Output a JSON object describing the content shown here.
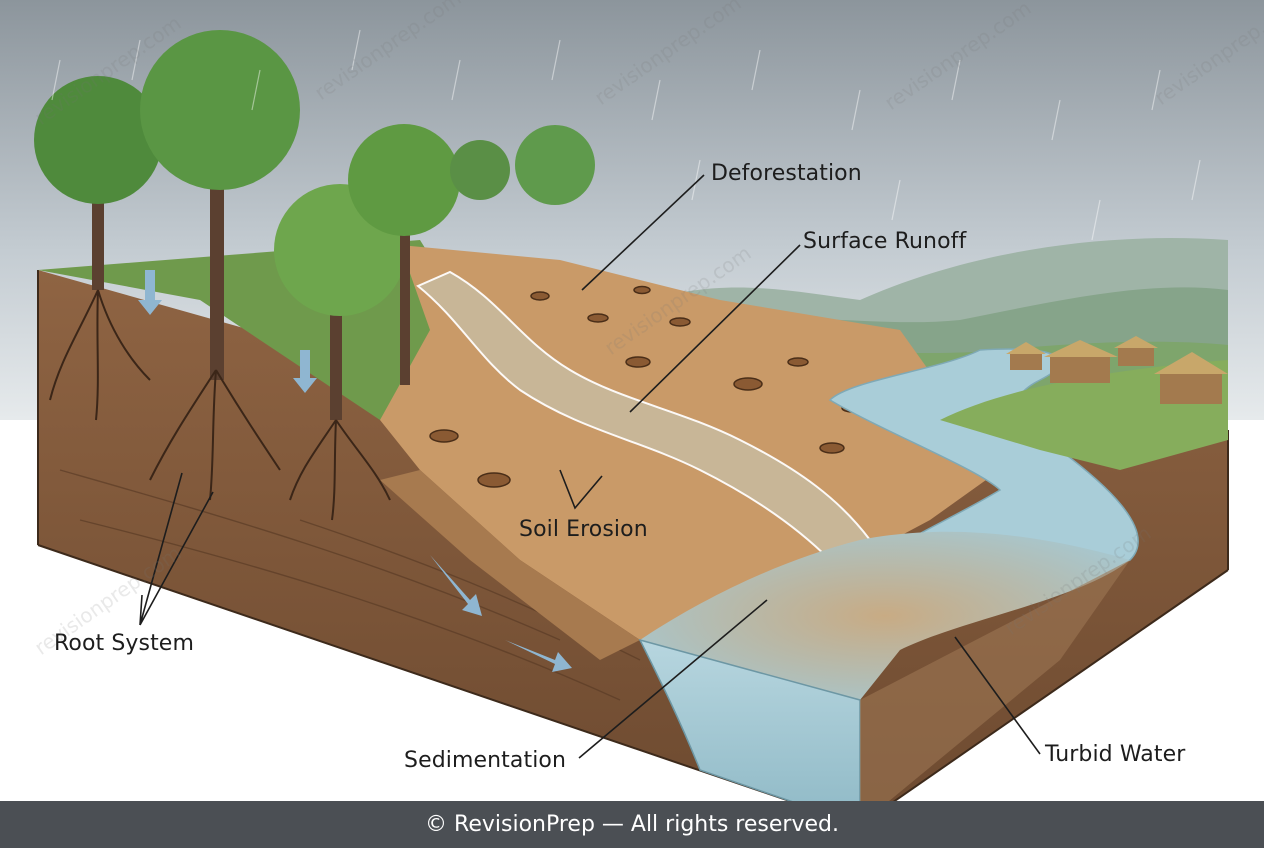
{
  "labels": {
    "deforestation": "Deforestation",
    "surface_runoff": "Surface Runoff",
    "soil_erosion": "Soil Erosion",
    "root_system": "Root System",
    "sedimentation": "Sedimentation",
    "turbid_water": "Turbid Water"
  },
  "footer": {
    "text": "© RevisionPrep — All rights reserved."
  },
  "watermark": {
    "text": "revisionprep.com"
  },
  "colors": {
    "sky": "#c9d2d8",
    "soil": "#8a5e3a",
    "cleared_slope": "#c99a68",
    "forest": "#4f8a3c",
    "water": "#a9cdd8",
    "turbid": "#b79a76",
    "footer_bg": "#4b4f54"
  }
}
